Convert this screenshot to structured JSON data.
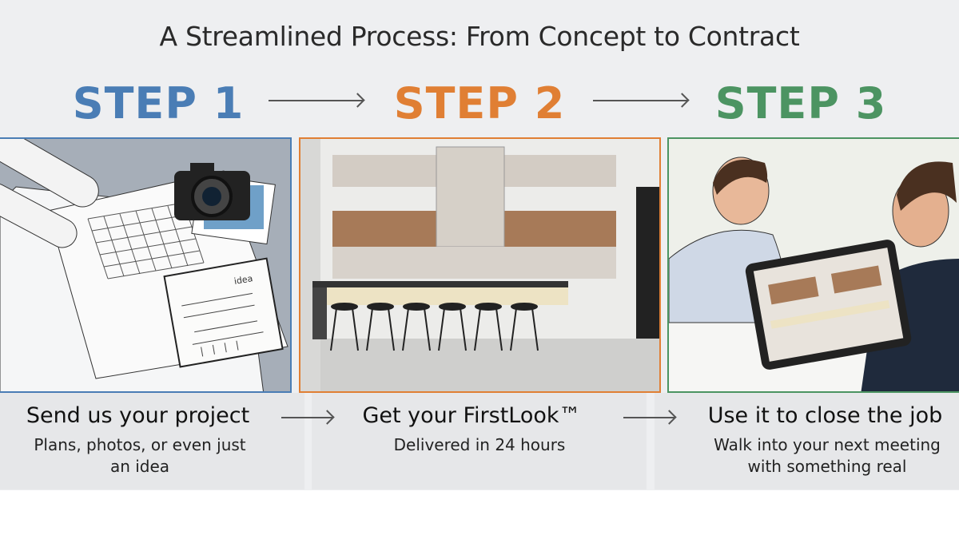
{
  "title": "A Streamlined Process: From Concept to Contract",
  "colors": {
    "step1": "#4a7db5",
    "step2": "#e07f34",
    "step3": "#4c9462"
  },
  "steps": [
    {
      "label": "STEP 1",
      "heading": "Send us your project",
      "sub": "Plans, photos, or even just an idea",
      "sketch_note": "idea"
    },
    {
      "label": "STEP 2",
      "heading": "Get your FirstLook™",
      "sub": "Delivered in 24 hours"
    },
    {
      "label": "STEP 3",
      "heading": "Use it to close the job",
      "sub": "Walk into your next meeting with something real"
    }
  ]
}
